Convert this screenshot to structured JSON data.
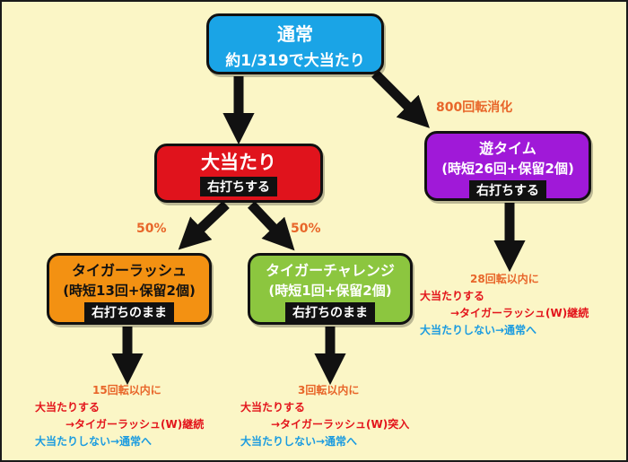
{
  "nodes": {
    "normal": {
      "line1": "通常",
      "line2": "約1/319で大当たり"
    },
    "big_hit": {
      "line1": "大当たり",
      "tag": "右打ちする"
    },
    "yu_time": {
      "line1": "遊タイム",
      "line2": "(時短26回+保留2個)",
      "tag": "右打ちする"
    },
    "tiger_rush": {
      "line1": "タイガーラッシュ",
      "line2": "(時短13回+保留2個)",
      "tag": "右打ちのまま"
    },
    "tiger_challenge": {
      "line1": "タイガーチャレンジ",
      "line2": "(時短1回+保留2個)",
      "tag": "右打ちのまま"
    }
  },
  "labels": {
    "to_yu_time": "800回転消化",
    "left_percent": "50%",
    "right_percent": "50%"
  },
  "notes": {
    "yu_time": {
      "condition": "28回転以内に",
      "hit": "大当たりする",
      "result": "→タイガーラッシュ(W)継続",
      "miss": "大当たりしない→通常へ"
    },
    "tiger_rush": {
      "condition": "15回転以内に",
      "hit": "大当たりする",
      "result": "→タイガーラッシュ(W)継続",
      "miss": "大当たりしない→通常へ"
    },
    "tiger_challenge": {
      "condition": "3回転以内に",
      "hit": "大当たりする",
      "result": "→タイガーラッシュ(W)突入",
      "miss": "大当たりしない→通常へ"
    }
  },
  "colors": {
    "background": "#fbf6c6",
    "normal": "#1aa4e6",
    "big_hit": "#e0131c",
    "yu_time": "#a019d8",
    "tiger_rush": "#f39112",
    "tiger_challenge": "#8cc63f",
    "label_orange": "#e8662a",
    "text_red": "#e3141b",
    "text_blue": "#1a9be0"
  }
}
